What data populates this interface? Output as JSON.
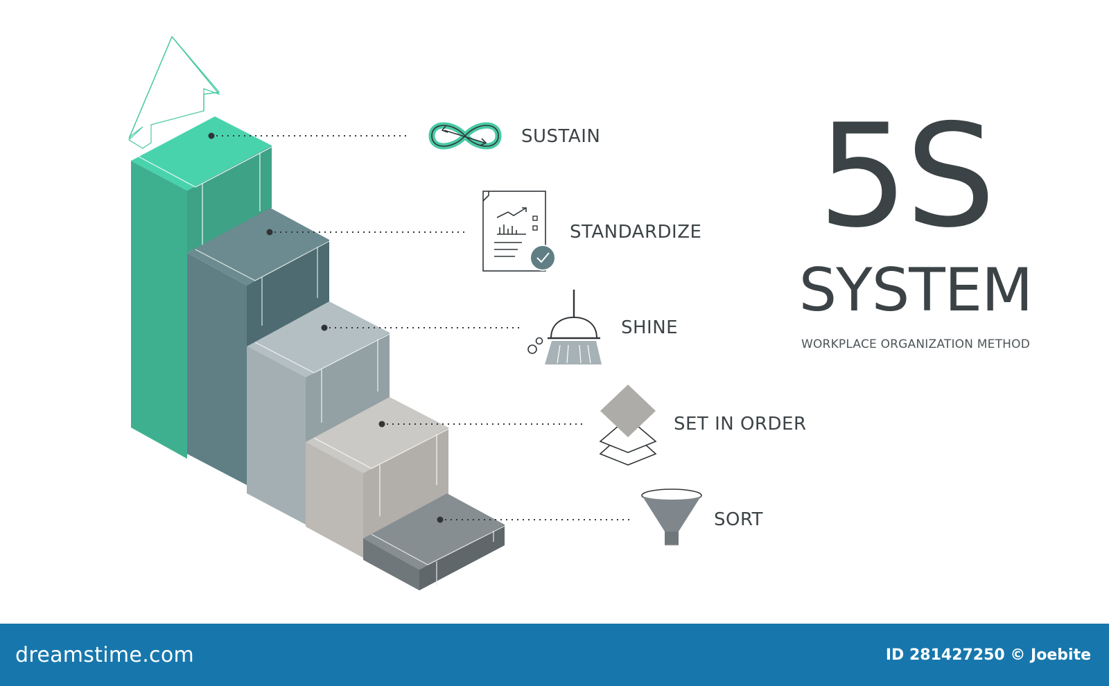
{
  "title": {
    "big": "5S",
    "system": "SYSTEM",
    "subtitle": "WORKPLACE ORGANIZATION METHOD"
  },
  "steps": [
    {
      "label": "SUSTAIN",
      "icon": "infinity-icon",
      "color": "#49c9a4"
    },
    {
      "label": "STANDARDIZE",
      "icon": "document-check-icon",
      "color": "#5f7f84"
    },
    {
      "label": "SHINE",
      "icon": "broom-icon",
      "color": "#a7b2b6"
    },
    {
      "label": "SET IN ORDER",
      "icon": "layers-icon",
      "color": "#c4c2bf"
    },
    {
      "label": "SORT",
      "icon": "funnel-icon",
      "color": "#7f878c"
    }
  ],
  "footer": {
    "brand": "dreamstime.com",
    "id_text": "ID 281427250 © Joebite"
  },
  "colors": {
    "text": "#3c4346",
    "footer_bg": "#1777ac",
    "accent": "#49c9a4"
  }
}
